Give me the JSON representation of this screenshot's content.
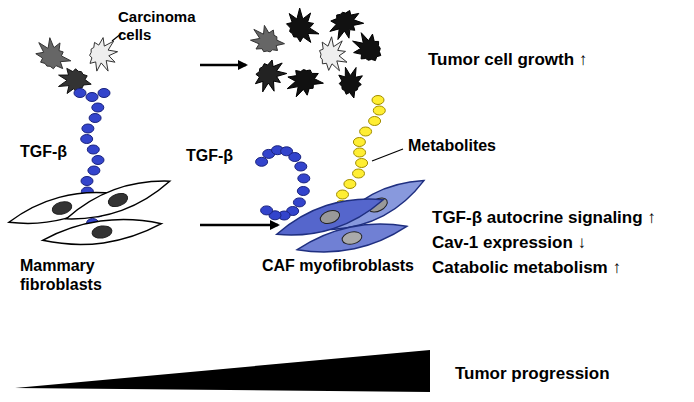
{
  "diagram": {
    "labels": [
      "Carcinoma cells",
      "TGF-β",
      "Mammary fibroblasts",
      "Tumor cell growth ↑",
      "Metabolites",
      "TGF-β",
      "CAF myofibroblasts",
      "TGF-β autocrine signaling ↑",
      "Cav-1 expression ↓",
      "Catabolic metabolism ↑",
      "Tumor progression"
    ]
  }
}
